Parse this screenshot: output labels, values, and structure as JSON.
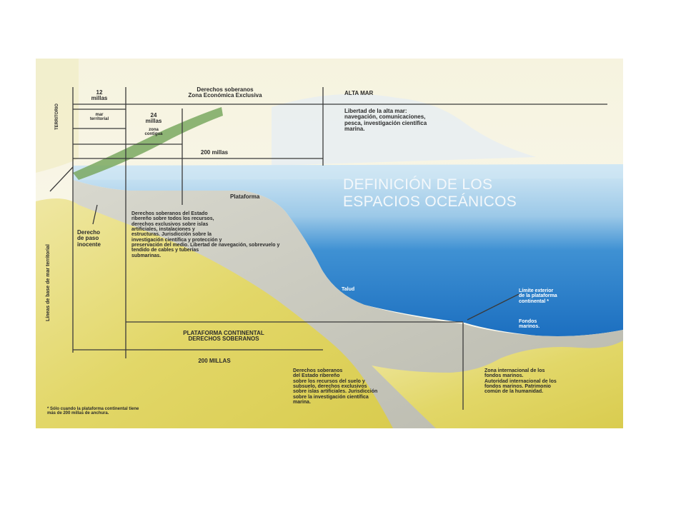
{
  "diagram": {
    "title": "DEFINICIÓN DE LOS\nESPACIOS OCEÁNICOS",
    "top_labels": {
      "territorio": "TERRITORIO",
      "millas_12": "12\nmillas",
      "mar_territorial": "mar\nterritorial",
      "derechos_zee": "Derechos soberanos\nZona Económica Exclusiva",
      "millas_24": "24\nmillas",
      "zona_contigua": "zona\ncontigua",
      "alta_mar": "ALTA MAR",
      "libertad_alta_mar": "Libertad de la alta mar:\nnavegación, comunicaciones,\npesca, investigación científica\nmarina.",
      "millas_200": "200 millas"
    },
    "left_labels": {
      "lineas_base": "Líneas de base de mar territorial",
      "derecho_paso": "Derecho\nde paso\ninocente"
    },
    "sea_labels": {
      "plataforma": "Plataforma",
      "derechos_plataforma": "Derechos soberanos del Estado\nribereño sobre todos los recursos,\nderechos exclusivos sobre islas\nartificiales, instalaciones y\nestructuras. Jurisdicción sobre la\ninvestigación científica y protección y\npreservación del medio. Libertad de navegación, sobrevuelo y\ntendido de cables y tuberías\nsubmarinas.",
      "talud": "Talud",
      "limite_exterior": "Límite exterior\nde la plataforma\ncontinental *",
      "fondos_marinos": "Fondos\nmarinos."
    },
    "bottom_labels": {
      "plataforma_continental": "PLATAFORMA CONTINENTAL\nDERECHOS SOBERANOS",
      "millas_200_caps": "200 MILLAS",
      "derechos_subsuelo": "Derechos soberanos\ndel Estado ribereño\nsobre los recursos del suelo y\nsubsuelo, derechos exclusivos\nsobre islas artificiales. Jurisdicción\nsobre la investigación científica\nmarina.",
      "zona_internacional": "Zona internacional de los\nfondos marinos.\nAutoridad internacional de los\nfondos marinos. Patrimonio\ncomún de la humanidad.",
      "nota": "* Sólo cuando la plataforma continental tiene\nmás de 200 millas de anchura."
    },
    "colors": {
      "sky": "#fbfaf2",
      "sea_top": "#d6ebf6",
      "sea_deep": "#1f79c8",
      "land": "#e5db6a",
      "shelf_gray": "#c6c6bb",
      "green_zone": "#7aa860"
    }
  }
}
